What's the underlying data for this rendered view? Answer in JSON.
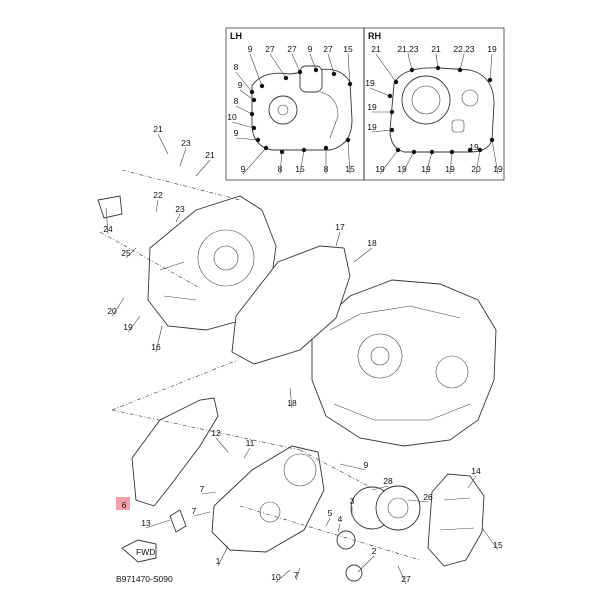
{
  "diagram": {
    "drawing_code": "B971470-S090",
    "fwd_label": "FWD",
    "inset_left_title": "LH",
    "inset_right_title": "RH",
    "highlight_color": "#f4a0a8",
    "inset_left_labels": [
      "9",
      "27",
      "27",
      "9",
      "27",
      "15",
      "8",
      "9",
      "8",
      "10",
      "9",
      "9",
      "8",
      "15",
      "8",
      "15"
    ],
    "inset_right_labels": [
      "21",
      "21,23",
      "21",
      "22,23",
      "19",
      "19",
      "19",
      "19",
      "19",
      "19",
      "19",
      "19",
      "19",
      "20",
      "19"
    ],
    "main_labels": [
      "21",
      "23",
      "21",
      "22",
      "23",
      "24",
      "25",
      "17",
      "18",
      "20",
      "19",
      "16",
      "18",
      "12",
      "11",
      "9",
      "7",
      "7",
      "3",
      "28",
      "26",
      "14",
      "5",
      "4",
      "13",
      "1",
      "2",
      "15",
      "7",
      "10",
      "27",
      "6"
    ]
  }
}
